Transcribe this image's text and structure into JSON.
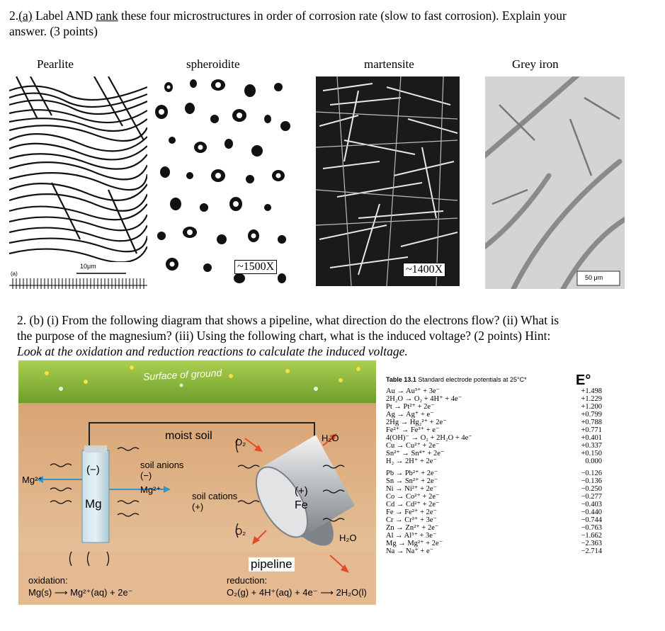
{
  "question_a": {
    "number": "2.",
    "part": "(a)",
    "text_1": " Label AND ",
    "text_rank": "rank",
    "text_2": " these four microstructures in order of corrosion rate (slow to fast corrosion).  Explain your",
    "text_3": "answer. (3 points)"
  },
  "micrographs": [
    {
      "label": "Pearlite",
      "scale": "10μm",
      "corner": "(a)"
    },
    {
      "label": "spheroidite",
      "magnification": "~1500X"
    },
    {
      "label": "martensite",
      "magnification": "~1400X"
    },
    {
      "label": "Grey iron",
      "scale": "50 μm"
    }
  ],
  "question_b": {
    "line_1": "2. (b) (i) From the following diagram that shows a pipeline, what direction do the electrons flow? (ii) What is",
    "line_2": "the purpose of the magnesium? (iii) Using the following chart, what is the induced voltage? (2 points) Hint:",
    "line_3": "Look at the oxidation and reduction reactions to calculate the induced voltage."
  },
  "diagram": {
    "surface": "Surface of ground",
    "moist_soil": "moist soil",
    "o2_top": "O₂",
    "h2o_top": "H₂O",
    "soil_anions": "soil anions",
    "anion_sign": "(−)",
    "minus_box": "(−)",
    "mg": "Mg",
    "mg_ion_left": "Mg²⁺",
    "mg_ion_right": "Mg²⁺",
    "soil_cations": "soil cations",
    "cation_sign": "(+)",
    "plus": "(+)",
    "fe": "Fe",
    "o2_bottom": "O₂",
    "h2o_bottom": "H₂O",
    "pipeline": "pipeline",
    "oxidation_label": "oxidation:",
    "oxidation_eq": "Mg(s) ⟶ Mg²⁺(aq) + 2e⁻",
    "reduction_label": "reduction:",
    "reduction_eq": "O₂(g) + 4H⁺(aq) + 4e⁻ ⟶ 2H₂O(l)"
  },
  "table": {
    "title": "Table 13.1",
    "subtitle": "Standard electrode potentials at 25°C*",
    "header": "E°",
    "rows_top": [
      {
        "r": "Au → Au³⁺ + 3e⁻",
        "v": "+1.498"
      },
      {
        "r": "2H₂O → O₂ + 4H⁺ + 4e⁻",
        "v": "+1.229"
      },
      {
        "r": "Pt → Pt²⁺ + 2e⁻",
        "v": "+1.200"
      },
      {
        "r": "Ag → Ag⁺ + e⁻",
        "v": "+0.799"
      },
      {
        "r": "2Hg → Hg₂²⁺ + 2e⁻",
        "v": "+0.788"
      },
      {
        "r": "Fe²⁺ → Fe³⁺ + e⁻",
        "v": "+0.771"
      },
      {
        "r": "4(OH)⁻ → O₂ + 2H₂O + 4e⁻",
        "v": "+0.401"
      },
      {
        "r": "Cu → Cu²⁺ + 2e⁻",
        "v": "+0.337"
      },
      {
        "r": "Sn²⁺ → Sn⁴⁺ + 2e⁻",
        "v": "+0.150"
      },
      {
        "r": "H₂ → 2H⁺ + 2e⁻",
        "v": "0.000"
      }
    ],
    "rows_bottom": [
      {
        "r": "Pb → Pb²⁺ + 2e⁻",
        "v": "−0.126"
      },
      {
        "r": "Sn → Sn²⁺ + 2e⁻",
        "v": "−0.136"
      },
      {
        "r": "Ni → Ni²⁺ + 2e⁻",
        "v": "−0.250"
      },
      {
        "r": "Co → Co²⁺ + 2e⁻",
        "v": "−0.277"
      },
      {
        "r": "Cd → Cd²⁺ + 2e⁻",
        "v": "−0.403"
      },
      {
        "r": "Fe → Fe²⁺ + 2e⁻",
        "v": "−0.440"
      },
      {
        "r": "Cr → Cr³⁺ + 3e⁻",
        "v": "−0.744"
      },
      {
        "r": "Zn → Zn²⁺ + 2e⁻",
        "v": "−0.763"
      },
      {
        "r": "Al → Al³⁺ + 3e⁻",
        "v": "−1.662"
      },
      {
        "r": "Mg → Mg²⁺ + 2e⁻",
        "v": "−2.363"
      },
      {
        "r": "Na → Na⁺ + e⁻",
        "v": "−2.714"
      }
    ]
  }
}
